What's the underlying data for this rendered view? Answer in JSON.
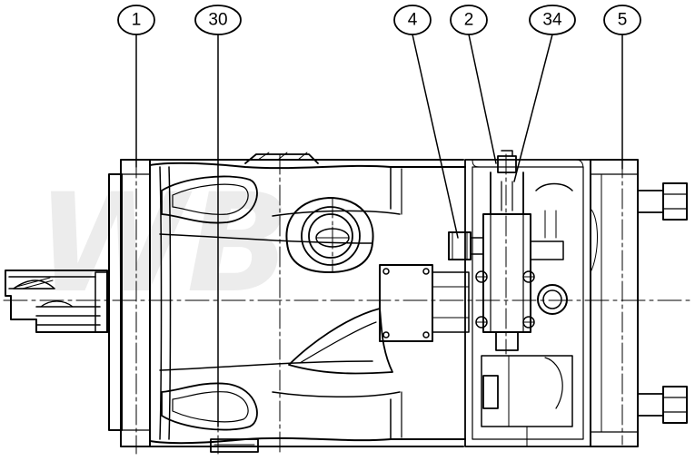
{
  "drawing": {
    "callouts": [
      {
        "id": "1",
        "label": "1"
      },
      {
        "id": "30",
        "label": "30"
      },
      {
        "id": "4",
        "label": "4"
      },
      {
        "id": "2",
        "label": "2"
      },
      {
        "id": "34",
        "label": "34"
      },
      {
        "id": "5",
        "label": "5"
      }
    ],
    "watermark": "WB"
  }
}
